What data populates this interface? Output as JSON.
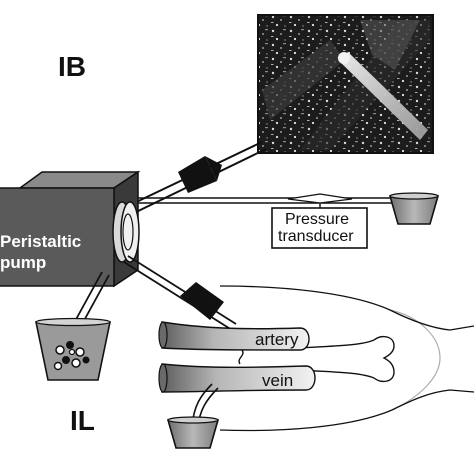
{
  "labels": {
    "ib": "IB",
    "il": "IL",
    "pump_line1": "Peristaltic",
    "pump_line2": "pump",
    "transducer_line1": "Pressure",
    "transducer_line2": "transducer",
    "artery": "artery",
    "vein": "vein"
  },
  "colors": {
    "ink": "#111111",
    "pump_front": "#5a5a5a",
    "pump_top": "#8a8a8a",
    "pump_side": "#3a3a3a",
    "cup_fill": "#8e8e8e",
    "vessel_light": "#ececec",
    "vessel_dark": "#7a7a7a"
  }
}
